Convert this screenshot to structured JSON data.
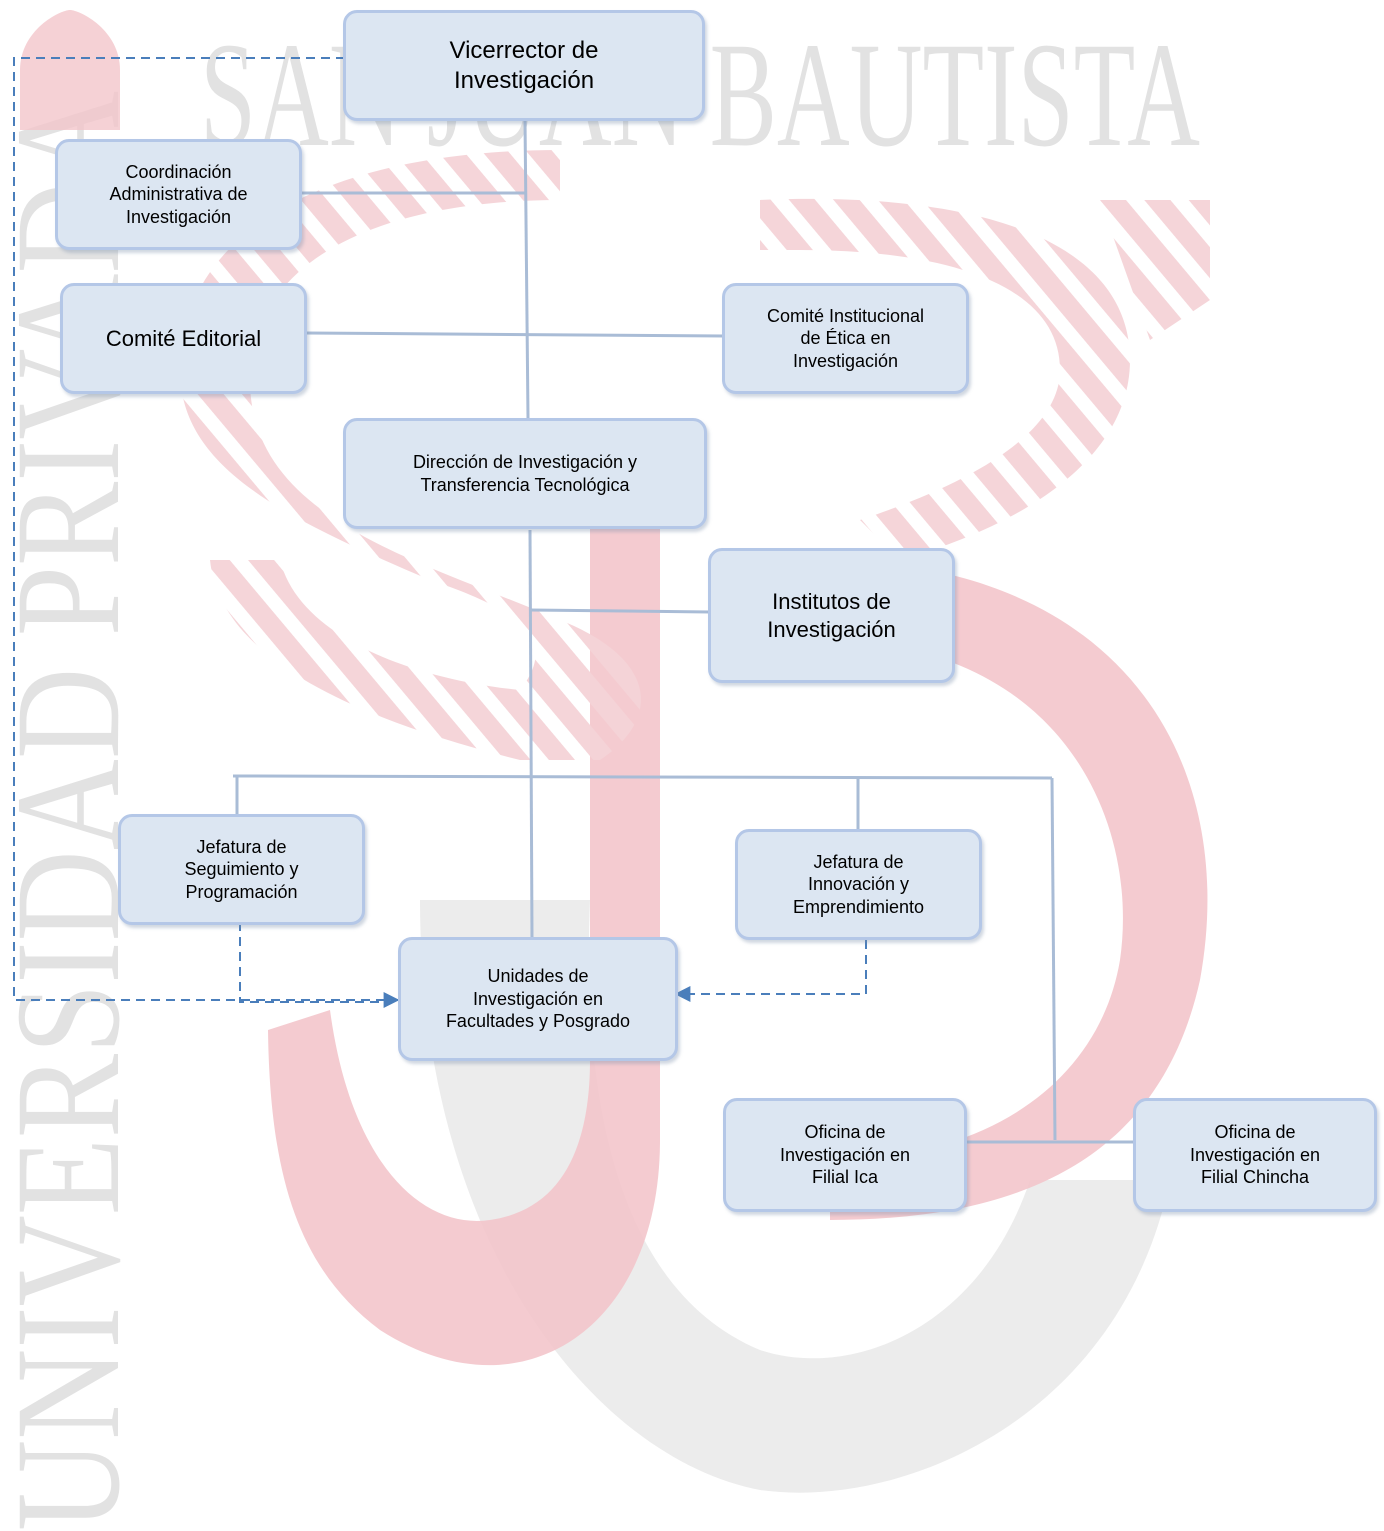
{
  "watermark": {
    "top_text": "SAN JUAN BAUTISTA",
    "side_text": "UNIVERSIDAD PRIVADA",
    "logo": "SJB monogram"
  },
  "nodes": {
    "vicerrector": "Vicerrector de\nInvestigación",
    "coordinacion": "Coordinación\nAdministrativa de\nInvestigación",
    "comite_editorial": "Comité Editorial",
    "comite_etica": "Comité Institucional\nde Ética en\nInvestigación",
    "direccion": "Dirección de Investigación y\nTransferencia Tecnológica",
    "institutos": "Institutos de\nInvestigación",
    "jefatura_seguimiento": "Jefatura de\nSeguimiento y\nProgramación",
    "jefatura_innovacion": "Jefatura de\nInnovación y\nEmprendimiento",
    "unidades": "Unidades de\nInvestigación en\nFacultades y Posgrado",
    "oficina_ica": "Oficina de\nInvestigación en\nFilial Ica",
    "oficina_chincha": "Oficina de\nInvestigación en\nFilial Chincha"
  },
  "colors": {
    "box_fill": "#dce6f2",
    "box_border": "#b4c7e7",
    "line": "#a9bcd6",
    "dashed_line": "#4a7ebb",
    "watermark_red": "#f2cfd3",
    "watermark_gray": "#e4e4e4"
  }
}
